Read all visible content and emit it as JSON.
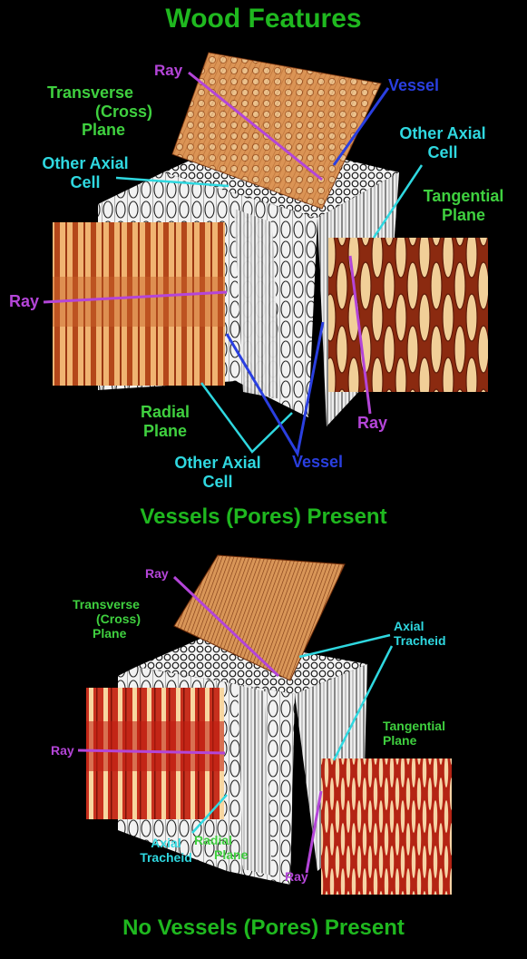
{
  "title": "Wood Features",
  "top": {
    "caption": "Vessels (Pores) Present",
    "labels": {
      "ray_top": "Ray",
      "transverse": [
        "Transverse",
        "(Cross)",
        "Plane"
      ],
      "other_axial_left": [
        "Other Axial",
        "Cell"
      ],
      "vessel_top": "Vessel",
      "other_axial_right": [
        "Other Axial",
        "Cell"
      ],
      "tangential": [
        "Tangential",
        "Plane"
      ],
      "ray_left": "Ray",
      "radial": [
        "Radial",
        "Plane"
      ],
      "ray_bottom": "Ray",
      "other_axial_bottom": [
        "Other Axial",
        "Cell"
      ],
      "vessel_bottom": "Vessel"
    }
  },
  "bottom": {
    "caption": "No Vessels (Pores) Present",
    "labels": {
      "ray_top": "Ray",
      "transverse": [
        "Transverse",
        "(Cross)",
        "Plane"
      ],
      "axial_tracheid_right": [
        "Axial",
        "Tracheid"
      ],
      "tangential": [
        "Tangential",
        "Plane"
      ],
      "ray_left": "Ray",
      "axial_tracheid_left": [
        "Axial",
        "Tracheid"
      ],
      "radial": [
        "Radial",
        "Plane"
      ],
      "ray_bottom": "Ray"
    }
  },
  "colors": {
    "title": "#1fb81f",
    "plane_label": "#1fc51f",
    "axial_cell_label": "#2fd8e0",
    "ray_label": "#b445d8",
    "vessel_label": "#2a3fe0",
    "background": "#000000"
  }
}
